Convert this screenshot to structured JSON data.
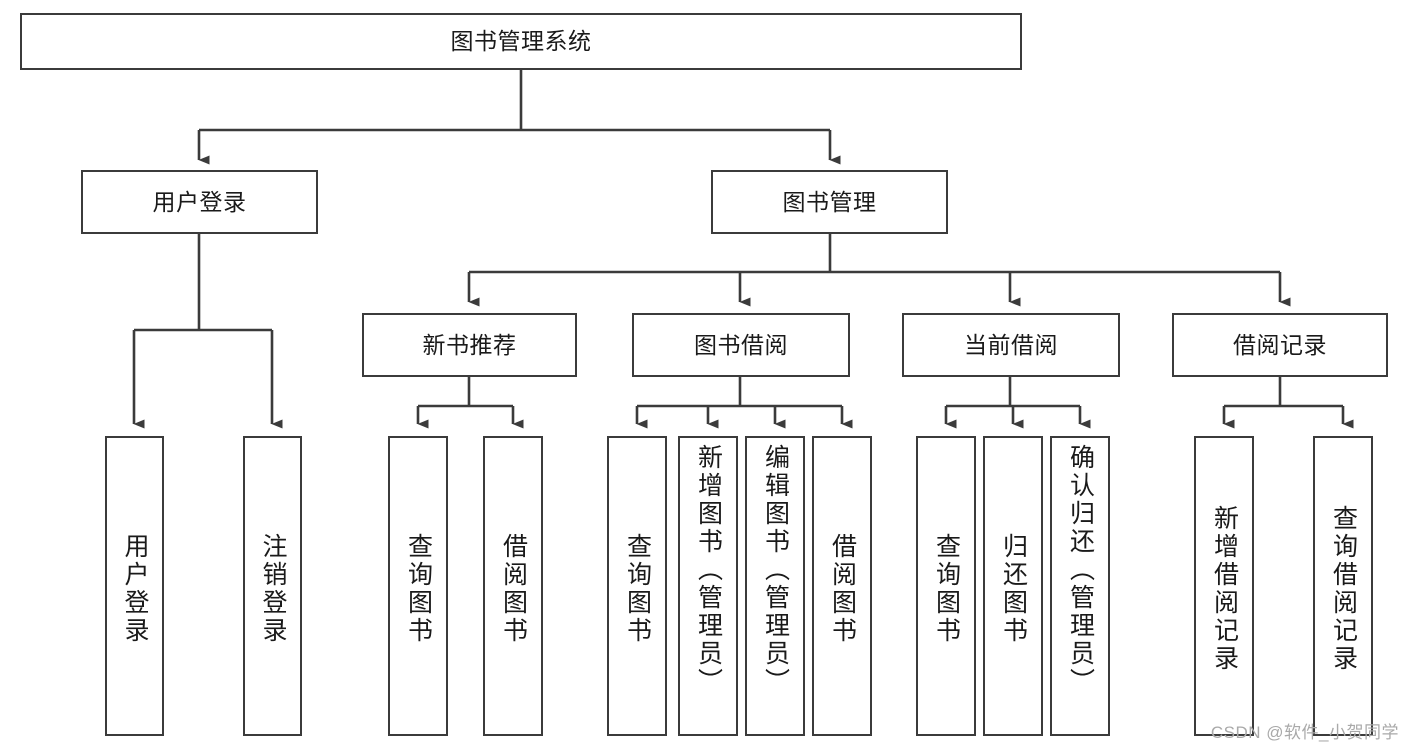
{
  "diagram": {
    "title": "图书管理系统",
    "watermark": "CSDN @软件_小贺同学",
    "root": {
      "label": "图书管理系统"
    },
    "level2": [
      {
        "label": "用户登录"
      },
      {
        "label": "图书管理"
      }
    ],
    "level3": [
      {
        "label": "新书推荐"
      },
      {
        "label": "图书借阅"
      },
      {
        "label": "当前借阅"
      },
      {
        "label": "借阅记录"
      }
    ],
    "leaves": {
      "user_login": [
        {
          "label": "用户登录"
        },
        {
          "label": "注销登录"
        }
      ],
      "new_book": [
        {
          "label": "查询图书"
        },
        {
          "label": "借阅图书"
        }
      ],
      "book_borrow": [
        {
          "label": "查询图书"
        },
        {
          "label": "新增图书（管理员）"
        },
        {
          "label": "编辑图书（管理员）"
        },
        {
          "label": "借阅图书"
        }
      ],
      "current_borrow": [
        {
          "label": "查询图书"
        },
        {
          "label": "归还图书"
        },
        {
          "label": "确认归还（管理员）"
        }
      ],
      "borrow_record": [
        {
          "label": "新增借阅记录"
        },
        {
          "label": "查询借阅记录"
        }
      ]
    },
    "colors": {
      "stroke": "#3b3b3b",
      "fill": "#ffffff",
      "text": "#1a1a1a",
      "watermark": "#a9a9a9"
    }
  }
}
